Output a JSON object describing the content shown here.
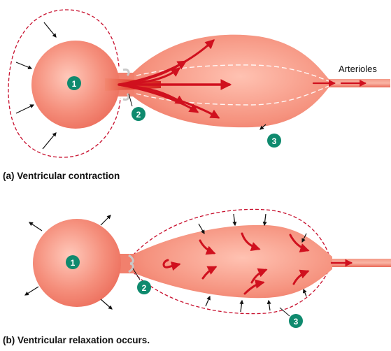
{
  "panel_a": {
    "caption": "(a) Ventricular contraction",
    "labels": {
      "ventricle": "1",
      "valve": "2",
      "aorta": "3",
      "arterioles": "Arterioles"
    }
  },
  "panel_b": {
    "caption": "(b) Ventricular relaxation occurs.",
    "labels": {
      "ventricle": "1",
      "valve": "2",
      "aorta": "3"
    }
  },
  "colors": {
    "chamber_fill": "#f3806e",
    "chamber_highlight": "#ffc2b4",
    "outline_dashed": "#c8102e",
    "flow_arrow": "#d0101e",
    "label_badge": "#0f8a6e"
  }
}
